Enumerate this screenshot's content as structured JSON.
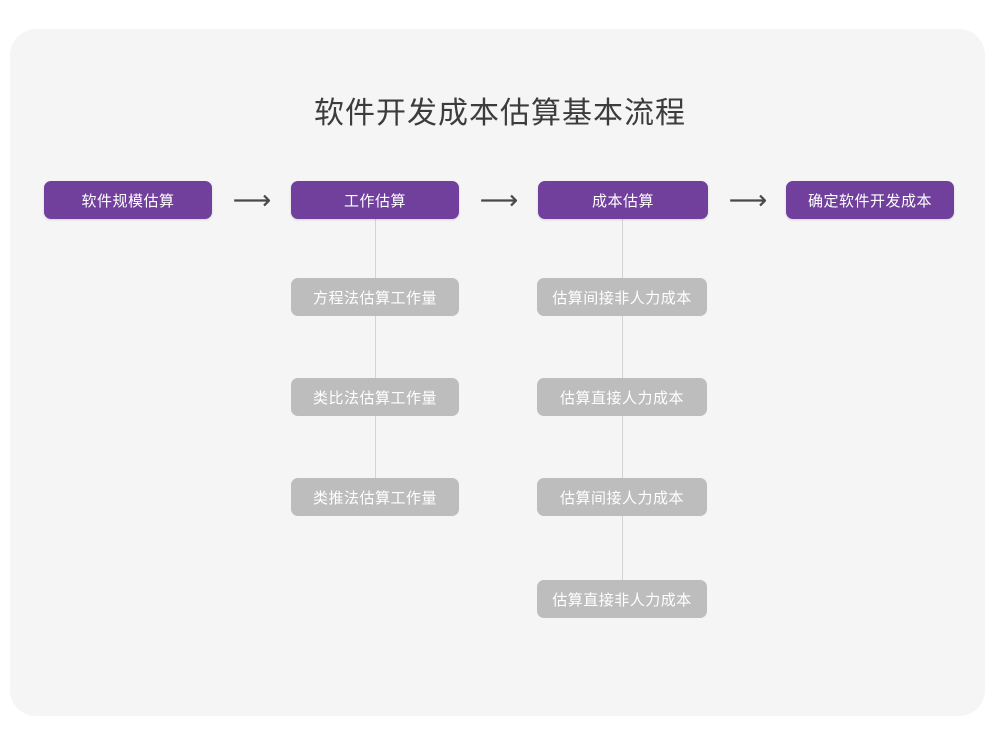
{
  "diagram": {
    "title": "软件开发成本估算基本流程",
    "type": "flowchart",
    "colors": {
      "canvas": "#ffffff",
      "card": "#f5f5f5",
      "primary_node": "#70409c",
      "secondary_node": "#bdbdbd",
      "node_text": "#ffffff",
      "title_text": "#3c3c3c",
      "connector": "#d4d2d4",
      "arrow": "#4a4a4a"
    },
    "main_flow": [
      {
        "id": "scale",
        "label": "软件规模估算"
      },
      {
        "id": "effort",
        "label": "工作估算"
      },
      {
        "id": "cost",
        "label": "成本估算"
      },
      {
        "id": "final",
        "label": "确定软件开发成本"
      }
    ],
    "arrows": [
      {
        "id": "arrow-1",
        "glyph": "⟶",
        "from": "软件规模估算",
        "to": "工作估算"
      },
      {
        "id": "arrow-2",
        "glyph": "⟶",
        "from": "工作估算",
        "to": "成本估算"
      },
      {
        "id": "arrow-3",
        "glyph": "⟶",
        "from": "成本估算",
        "to": "确定软件开发成本"
      }
    ],
    "branches": [
      {
        "parent": "工作估算",
        "items": [
          {
            "label": "方程法估算工作量"
          },
          {
            "label": "类比法估算工作量"
          },
          {
            "label": "类推法估算工作量"
          }
        ]
      },
      {
        "parent": "成本估算",
        "items": [
          {
            "label": "估算间接非人力成本"
          },
          {
            "label": "估算直接人力成本"
          },
          {
            "label": "估算间接人力成本"
          },
          {
            "label": "估算直接非人力成本"
          }
        ]
      }
    ]
  }
}
